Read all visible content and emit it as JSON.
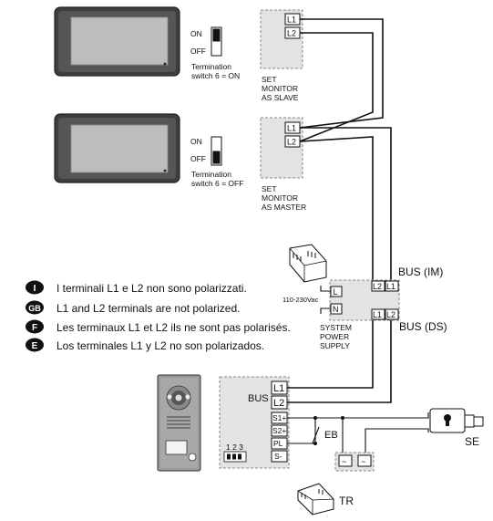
{
  "monitor_slave": {
    "switch_on": "ON",
    "switch_off": "OFF",
    "switch_caption_1": "Termination",
    "switch_caption_2": "switch 6 = ON",
    "terminals": [
      "L1",
      "L2"
    ],
    "label_1": "SET",
    "label_2": "MONITOR",
    "label_3": "AS SLAVE"
  },
  "monitor_master": {
    "switch_on": "ON",
    "switch_off": "OFF",
    "switch_caption_1": "Termination",
    "switch_caption_2": "switch 6 = OFF",
    "terminals": [
      "L1",
      "L2"
    ],
    "label_1": "SET",
    "label_2": "MONITOR",
    "label_3": "AS MASTER"
  },
  "power_supply": {
    "bus_im": "BUS (IM)",
    "bus_ds": "BUS (DS)",
    "top_terminals": [
      "L2",
      "L1"
    ],
    "bottom_terminals": [
      "L1",
      "L2"
    ],
    "mains_label": "110-230Vac",
    "mains_terminals": [
      "L",
      "N"
    ],
    "name_1": "SYSTEM",
    "name_2": "POWER",
    "name_3": "SUPPLY"
  },
  "notes": [
    {
      "badge": "I",
      "text": "I terminali L1 e L2 non sono polarizzati."
    },
    {
      "badge": "GB",
      "text": "L1 and L2 terminals are not polarized."
    },
    {
      "badge": "F",
      "text": "Les terminaux L1 et L2 ils ne sont pas polarisés."
    },
    {
      "badge": "E",
      "text": "Los terminales L1 y L2 no son polarizados."
    }
  ],
  "door_station": {
    "bus_label": "BUS",
    "terminals": [
      "L1",
      "L2",
      "S1+",
      "S2+",
      "PL",
      "S-"
    ],
    "dip_label": "1 2 3"
  },
  "labels": {
    "eb": "EB",
    "se": "SE",
    "tr": "TR",
    "tr_terminals": [
      "~",
      "~"
    ]
  },
  "icons": [
    "monitor-device-icon",
    "door-station-icon",
    "power-supply-module-icon",
    "transformer-module-icon",
    "electric-lock-icon",
    "push-button-icon"
  ],
  "colors": {
    "panel": "#e3e3e3",
    "monitor_body": "#444444",
    "screen": "#bdbdbd",
    "ink": "#111111"
  }
}
